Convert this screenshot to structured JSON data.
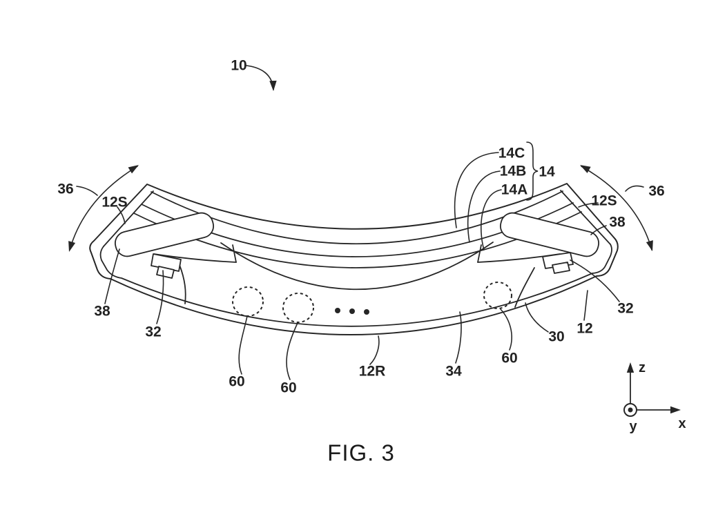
{
  "figure": {
    "caption": "FIG. 3",
    "reference_labels": {
      "r10": "10",
      "r36_left": "36",
      "r36_right": "36",
      "r12s_left": "12S",
      "r12s_right": "12S",
      "r38_left": "38",
      "r38_right": "38",
      "r32_left": "32",
      "r32_right": "32",
      "r14c": "14C",
      "r14b": "14B",
      "r14a": "14A",
      "r14": "14",
      "r60_1": "60",
      "r60_2": "60",
      "r60_3": "60",
      "r12r": "12R",
      "r34": "34",
      "r30": "30",
      "r12": "12"
    },
    "axes": {
      "x_label": "x",
      "y_label": "y",
      "z_label": "z"
    },
    "colors": {
      "ink": "#262626",
      "background": "#ffffff"
    }
  }
}
